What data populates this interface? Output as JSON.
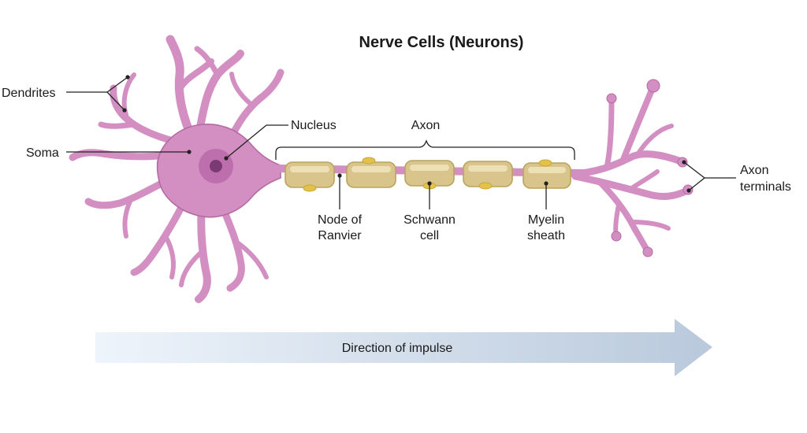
{
  "title": "Nerve Cells (Neurons)",
  "labels": {
    "dendrites": "Dendrites",
    "soma": "Soma",
    "nucleus": "Nucleus",
    "axon": "Axon",
    "node_of_ranvier_1": "Node of",
    "node_of_ranvier_2": "Ranvier",
    "schwann_cell_1": "Schwann",
    "schwann_cell_2": "cell",
    "myelin_sheath_1": "Myelin",
    "myelin_sheath_2": "sheath",
    "axon_terminals_1": "Axon",
    "axon_terminals_2": "terminals"
  },
  "arrow": {
    "label": "Direction of impulse"
  },
  "colors": {
    "neuron_fill": "#d38fc1",
    "neuron_outline": "#b46aa3",
    "nucleus_outer": "#b868a8",
    "nucleus_inner": "#7b3a72",
    "myelin": "#d9c48b",
    "schwann_nucleus": "#e3c24c",
    "arrow_start": "#eef4fb",
    "arrow_end": "#b9c9dc"
  }
}
